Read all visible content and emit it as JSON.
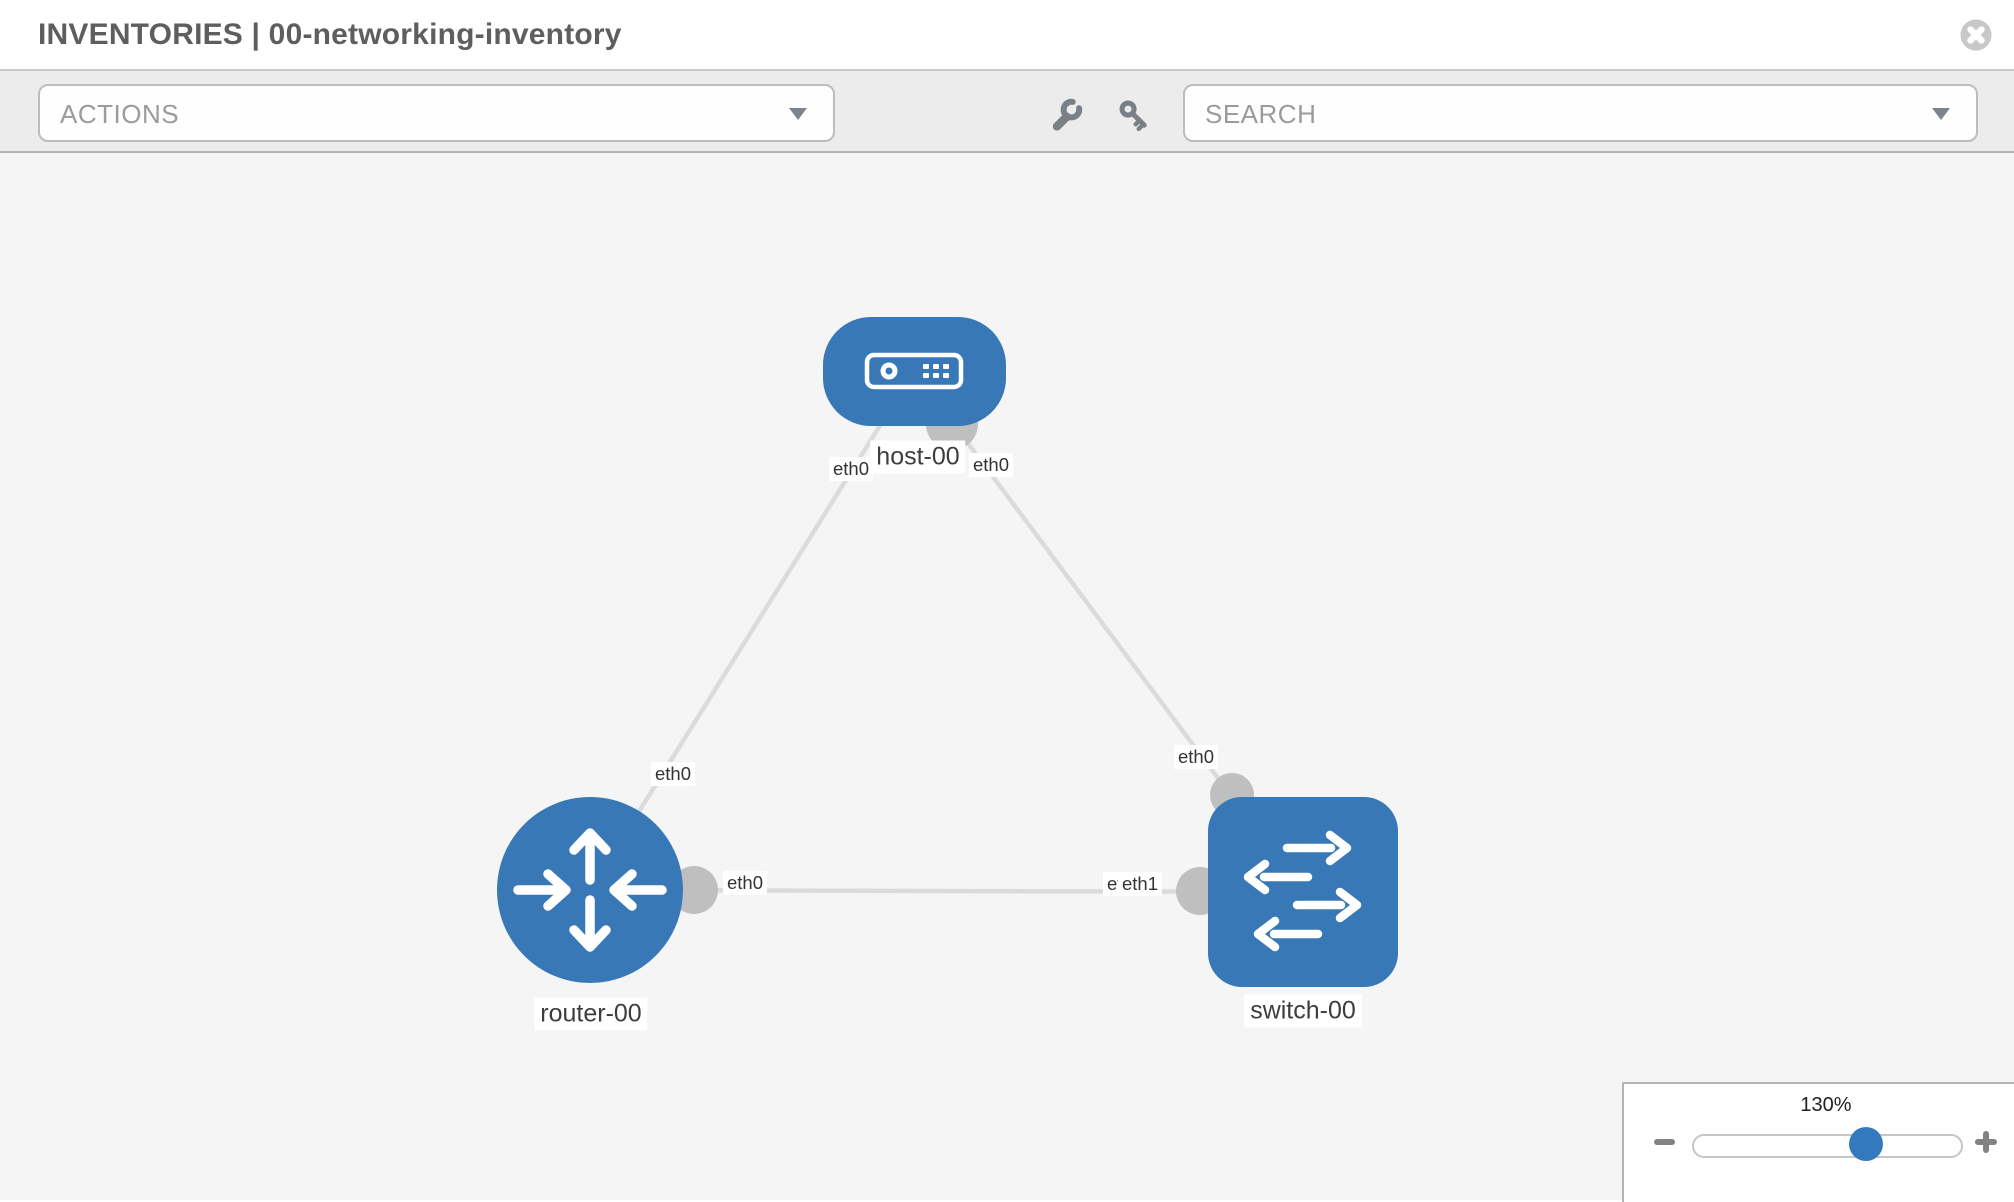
{
  "header": {
    "title": "INVENTORIES | 00-networking-inventory",
    "close_icon": "circle-x"
  },
  "toolbar": {
    "actions_label": "ACTIONS",
    "search_placeholder": "SEARCH",
    "wrench_icon": "wrench",
    "key_icon": "key",
    "caret_icon": "caret-down"
  },
  "topology": {
    "nodes": [
      {
        "id": "host-00",
        "type": "host",
        "label": "host-00"
      },
      {
        "id": "router-00",
        "type": "router",
        "label": "router-00"
      },
      {
        "id": "switch-00",
        "type": "switch",
        "label": "switch-00"
      }
    ],
    "links": [
      {
        "from": "host-00",
        "to": "router-00",
        "interfaces": {
          "host_end": "eth0",
          "router_end": "eth0"
        }
      },
      {
        "from": "host-00",
        "to": "switch-00",
        "interfaces": {
          "host_end": "eth0",
          "switch_end": "eth0"
        }
      },
      {
        "from": "router-00",
        "to": "switch-00",
        "interfaces": {
          "router_end": "eth0",
          "switch_end_under": "eth0",
          "switch_end_over": "eth1"
        }
      }
    ]
  },
  "zoom_control": {
    "percent": "130%",
    "zoom_out_icon": "minus",
    "zoom_in_icon": "plus"
  },
  "colors": {
    "node_blue": "#3878b6",
    "link_gray": "#dbdbdb",
    "stub_gray": "#bfbfbf",
    "icon_gray": "#7a8086",
    "toolbar_bg": "#ececec",
    "canvas_bg": "#f5f5f5"
  }
}
